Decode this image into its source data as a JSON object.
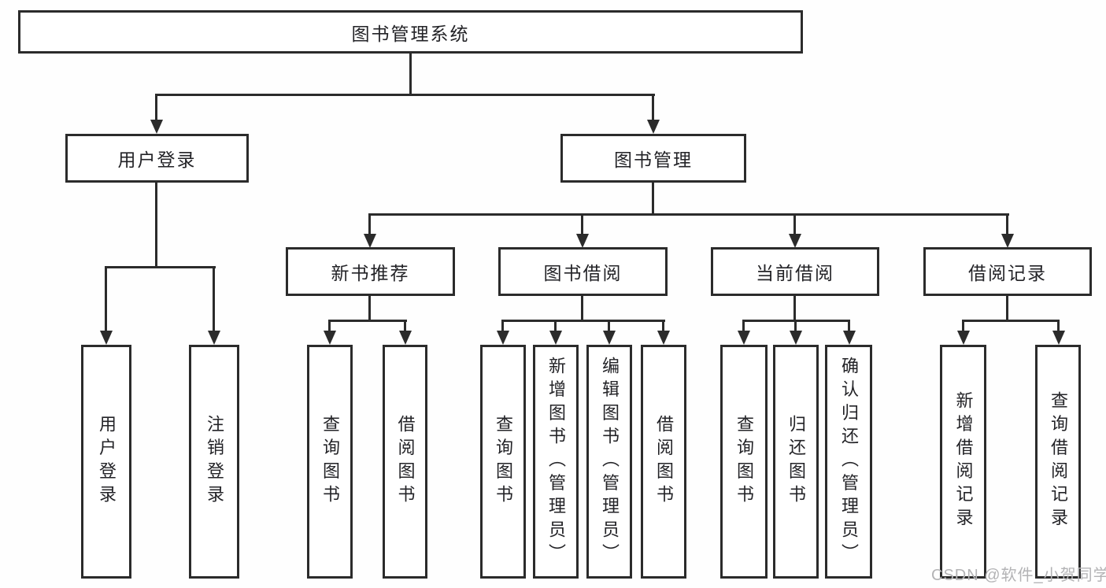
{
  "tree": {
    "label": "图书管理系统",
    "children": [
      {
        "label": "用户登录",
        "children": [
          {
            "label": "用户登录"
          },
          {
            "label": "注销登录"
          }
        ]
      },
      {
        "label": "图书管理",
        "children": [
          {
            "label": "新书推荐",
            "children": [
              {
                "label": "查询图书"
              },
              {
                "label": "借阅图书"
              }
            ]
          },
          {
            "label": "图书借阅",
            "children": [
              {
                "label": "查询图书"
              },
              {
                "label": "新增图书（管理员）"
              },
              {
                "label": "编辑图书（管理员）"
              },
              {
                "label": "借阅图书"
              }
            ]
          },
          {
            "label": "当前借阅",
            "children": [
              {
                "label": "查询图书"
              },
              {
                "label": "归还图书"
              },
              {
                "label": "确认归还（管理员）"
              }
            ]
          },
          {
            "label": "借阅记录",
            "children": [
              {
                "label": "新增借阅记录"
              },
              {
                "label": "查询借阅记录"
              }
            ]
          }
        ]
      }
    ]
  },
  "watermark": {
    "text": "CSDN @软件_小贺同学"
  },
  "colors": {
    "line": "#2b2b2b",
    "text": "#232327",
    "watermark": "#b3b3b5"
  }
}
